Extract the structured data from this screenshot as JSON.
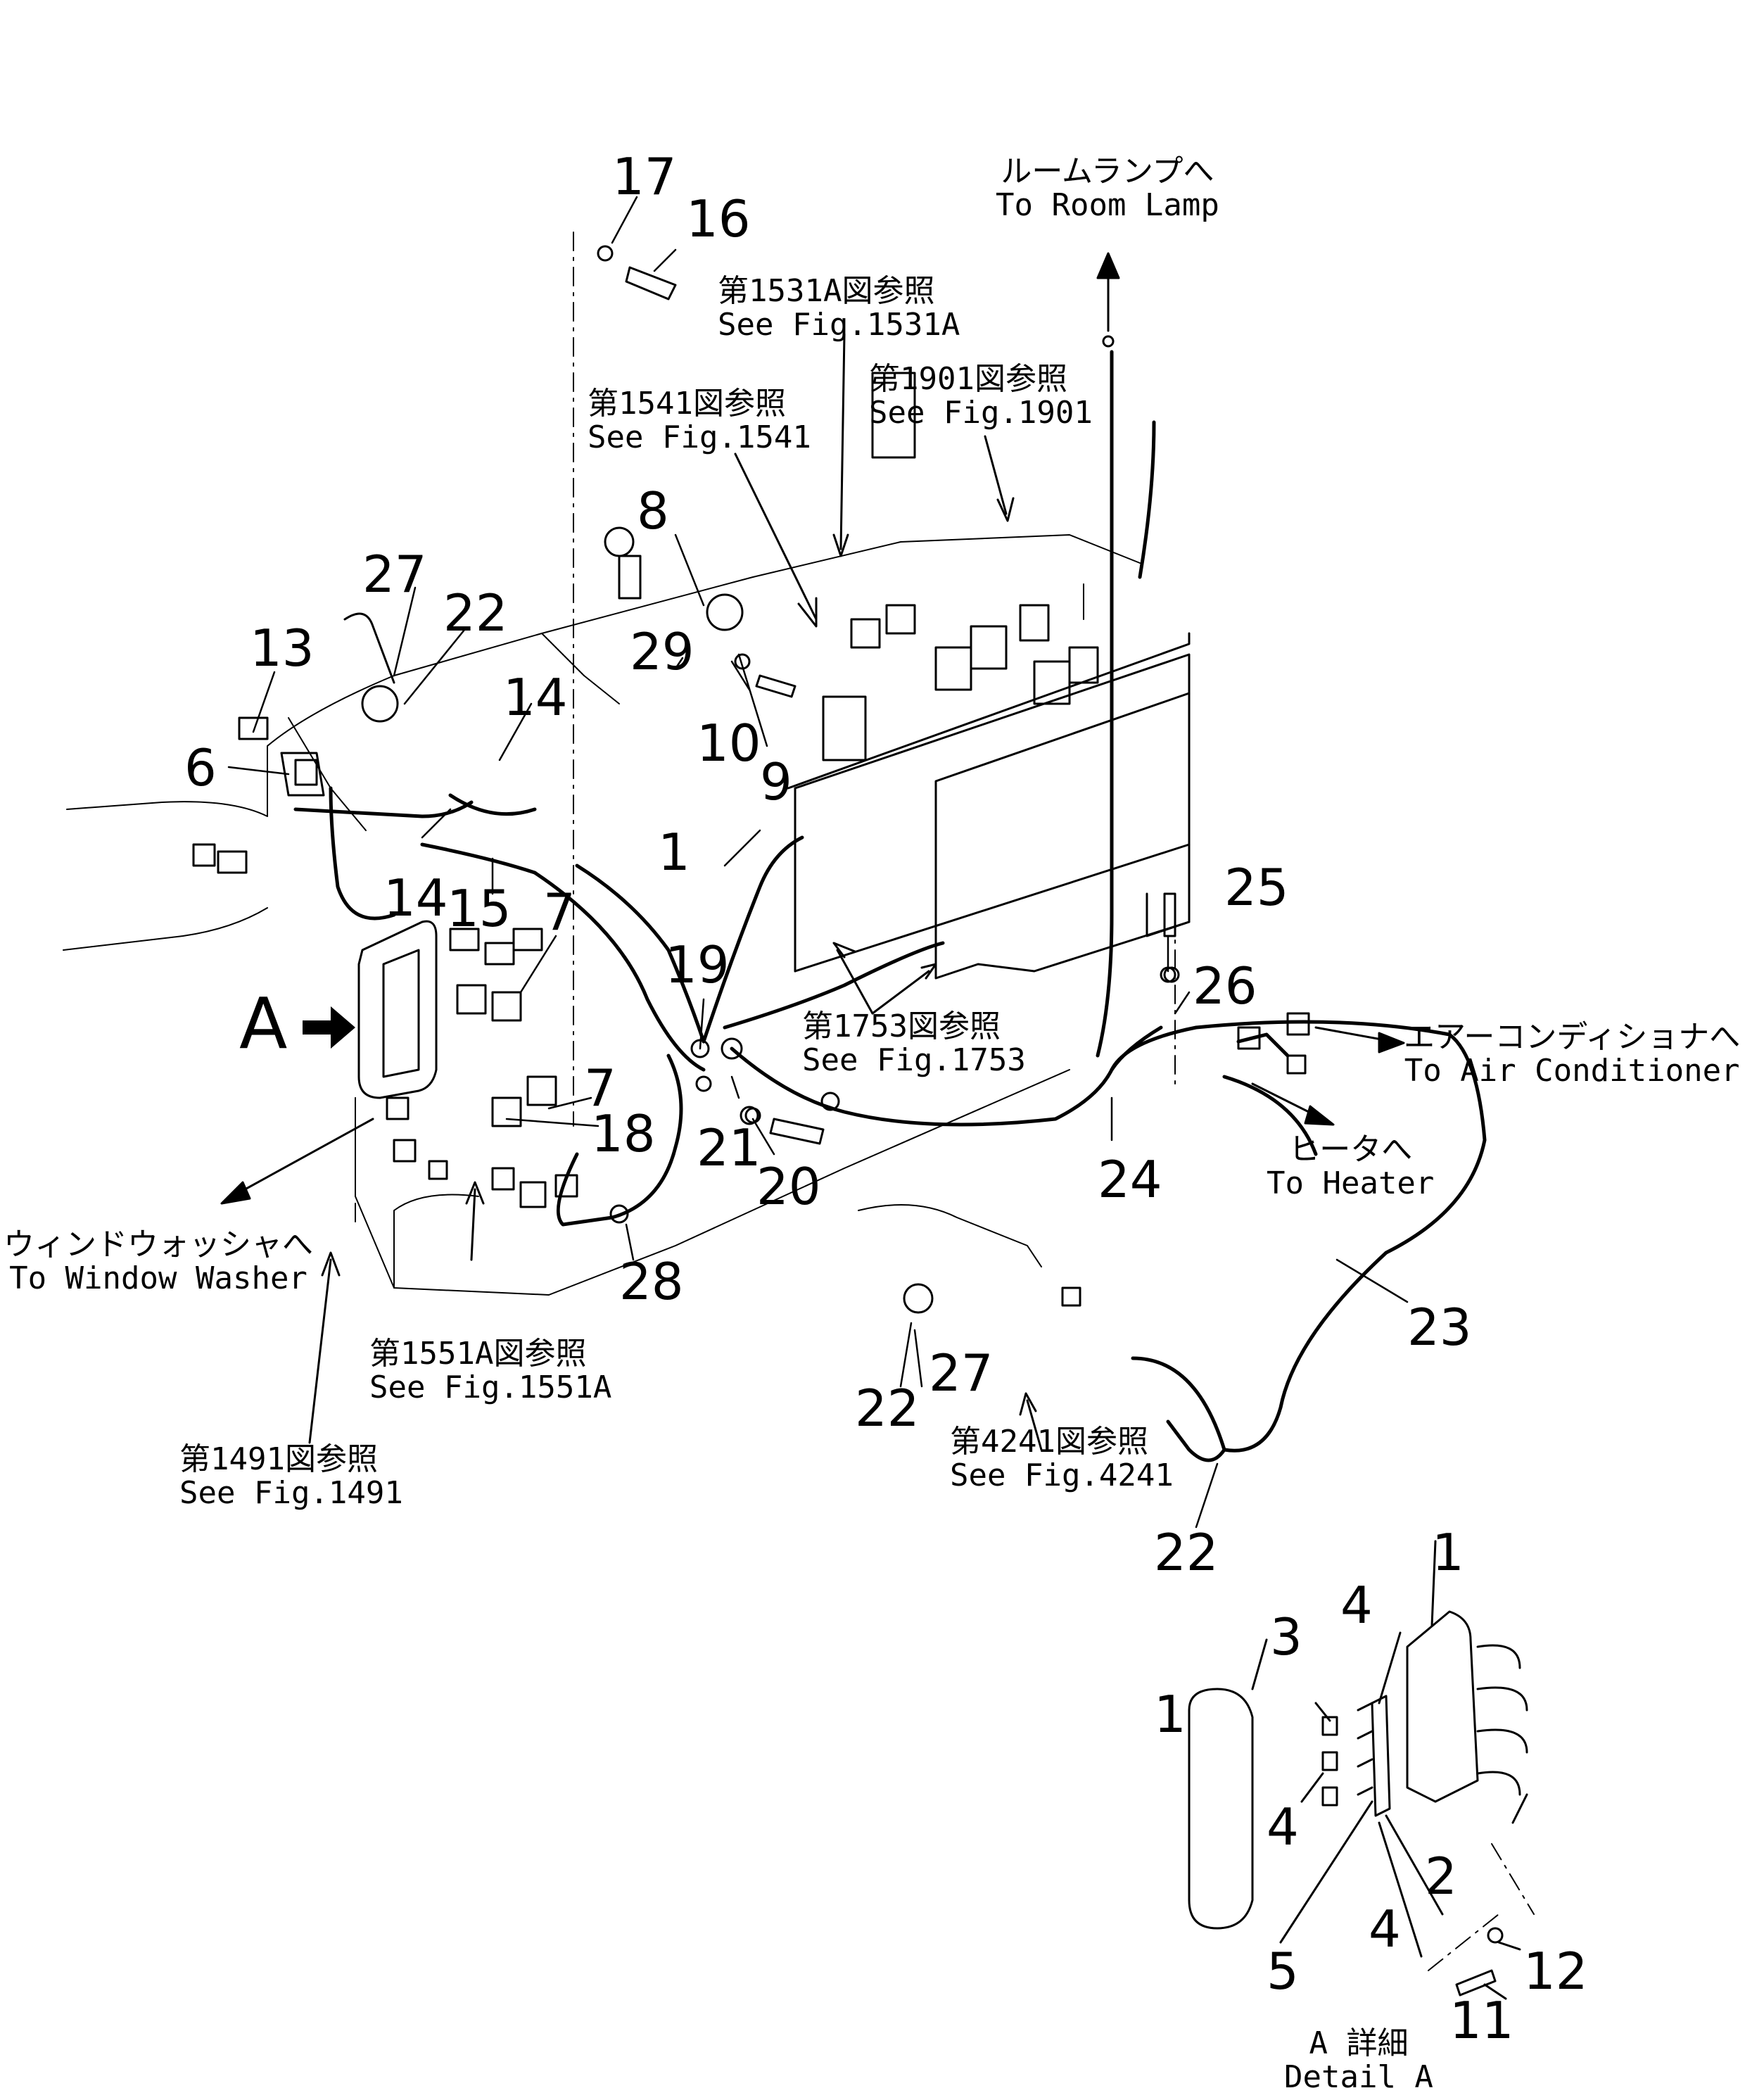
{
  "callouts": {
    "c1a": "1",
    "c6": "6",
    "c7a": "7",
    "c7b": "7",
    "c8": "8",
    "c9": "9",
    "c10": "10",
    "c13": "13",
    "c14a": "14",
    "c14b": "14",
    "c15": "15",
    "c16": "16",
    "c17": "17",
    "c18": "18",
    "c19": "19",
    "c20": "20",
    "c21": "21",
    "c22a": "22",
    "c22b": "22",
    "c22c": "22",
    "c23": "23",
    "c24": "24",
    "c25": "25",
    "c26": "26",
    "c27a": "27",
    "c27b": "27",
    "c28": "28",
    "c29": "29"
  },
  "detail_callouts": {
    "d1a": "1",
    "d1b": "1",
    "d2": "2",
    "d3": "3",
    "d4a": "4",
    "d4b": "4",
    "d4c": "4",
    "d5": "5",
    "d11": "11",
    "d12": "12"
  },
  "references": {
    "fig1531a": {
      "jp": "第1531A図参照",
      "en": "See Fig.1531A"
    },
    "fig1541": {
      "jp": "第1541図参照",
      "en": "See Fig.1541"
    },
    "fig1901": {
      "jp": "第1901図参照",
      "en": "See Fig.1901"
    },
    "fig1753": {
      "jp": "第1753図参照",
      "en": "See Fig.1753"
    },
    "fig1551a": {
      "jp": "第1551A図参照",
      "en": "See Fig.1551A"
    },
    "fig1491": {
      "jp": "第1491図参照",
      "en": "See Fig.1491"
    },
    "fig4241": {
      "jp": "第4241図参照",
      "en": "See Fig.4241"
    }
  },
  "destinations": {
    "room_lamp": {
      "jp": "ルームランプへ",
      "en": "To Room Lamp"
    },
    "air_conditioner": {
      "jp": "エアーコンディショナへ",
      "en": "To Air Conditioner"
    },
    "heater": {
      "jp": "ヒータへ",
      "en": "To Heater"
    },
    "window_washer": {
      "jp": "ウィンドウォッシャへ",
      "en": "To Window Washer"
    }
  },
  "view_marker": "A",
  "detail_title": {
    "jp": "A 詳細",
    "en": "Detail A"
  }
}
